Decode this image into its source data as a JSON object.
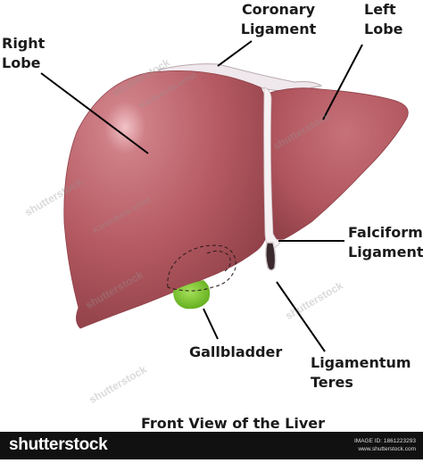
{
  "labels": {
    "coronary_ligament": [
      "Coronary",
      "Ligament"
    ],
    "left_lobe": [
      "Left",
      "Lobe"
    ],
    "right_lobe": [
      "Right",
      "Lobe"
    ],
    "falciform_ligament": [
      "Falciform",
      "Ligament"
    ],
    "gallbladder": "Gallbladder",
    "ligamentum_teres": [
      "Ligamentum",
      "Teres"
    ]
  },
  "caption": "Front View of the Liver",
  "watermarks": {
    "brand": "shutterstock",
    "artist": "Karticdutta artist"
  },
  "footer": {
    "brand": "shutterstock",
    "image_id": "IMAGE ID: 1861223293",
    "site": "www.shutterstock.com"
  },
  "colors": {
    "liver": "#b55a62",
    "liver_highlight": "#e8aab0",
    "liver_edge": "#8e3f47",
    "ligament": "#f2eef0",
    "gallbladder": "#7acc2a",
    "footer_bg": "#111111"
  }
}
